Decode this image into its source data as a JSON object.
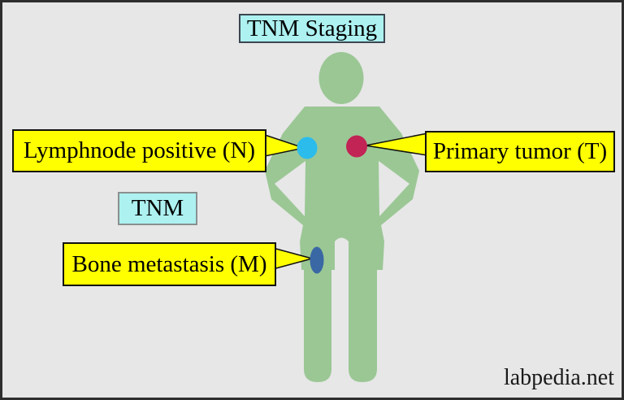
{
  "title_box": {
    "label": "TNM Staging"
  },
  "tnm_box": {
    "label": "TNM"
  },
  "callouts": {
    "lymph_node": {
      "label": "Lymphnode positive (N)"
    },
    "primary_tumor": {
      "label": "Primary tumor (T)"
    },
    "bone_metastasis": {
      "label": "Bone metastasis (M)"
    }
  },
  "watermark": {
    "label": "labpedia.net"
  },
  "colors": {
    "background": "#e7e7e7",
    "frame_border": "#2e2e2e",
    "figure_green": "#9bc795",
    "callout_yellow": "#ffff00",
    "cyan_box_fill": "#adf1f1",
    "lymph_node_marker": "#2bbcec",
    "primary_tumor_marker": "#c12455",
    "bone_metastasis_marker": "#3a68a4"
  }
}
